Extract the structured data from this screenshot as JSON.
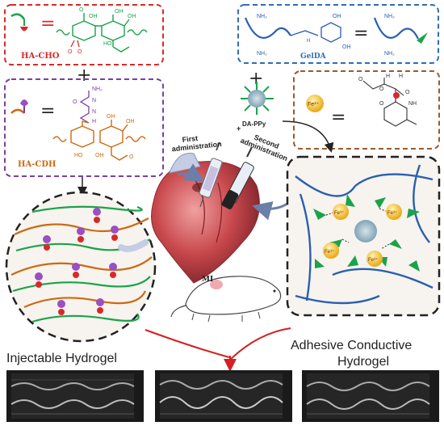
{
  "boxes": {
    "ha_cho": {
      "label": "HA-CHO",
      "color": "#d62a2a"
    },
    "ha_cdh": {
      "label": "HA-CDH",
      "color": "#7a3fa0"
    },
    "gelda": {
      "label": "GelDA",
      "color": "#2f6db5",
      "group_top": "NH₂",
      "group_bottom": "NH₂",
      "oh_top": "OH",
      "oh_bottom": "OH",
      "h_label": "H"
    },
    "fe_complex": {
      "color": "#9a5a2c",
      "ion": "Fe³⁺"
    }
  },
  "operators": {
    "equals": "=",
    "plus": "+"
  },
  "labels": {
    "da_ppy": "DA-PPy",
    "first_admin": "First administration",
    "second_admin": "Second administration",
    "mi": "MI",
    "injectable": "Injectable Hydrogel",
    "adhesive_line1": "Adhesive Conductive",
    "adhesive_line2": "Hydrogel"
  },
  "fe_ion": "Fe³⁺",
  "colors": {
    "chain_green": "#1aa34a",
    "chain_orange": "#cc6a12",
    "chain_blue": "#2a5fb0",
    "arrow_red": "#d32020",
    "fe_yellow": "#f3c51e",
    "heart": "#c8484c"
  }
}
